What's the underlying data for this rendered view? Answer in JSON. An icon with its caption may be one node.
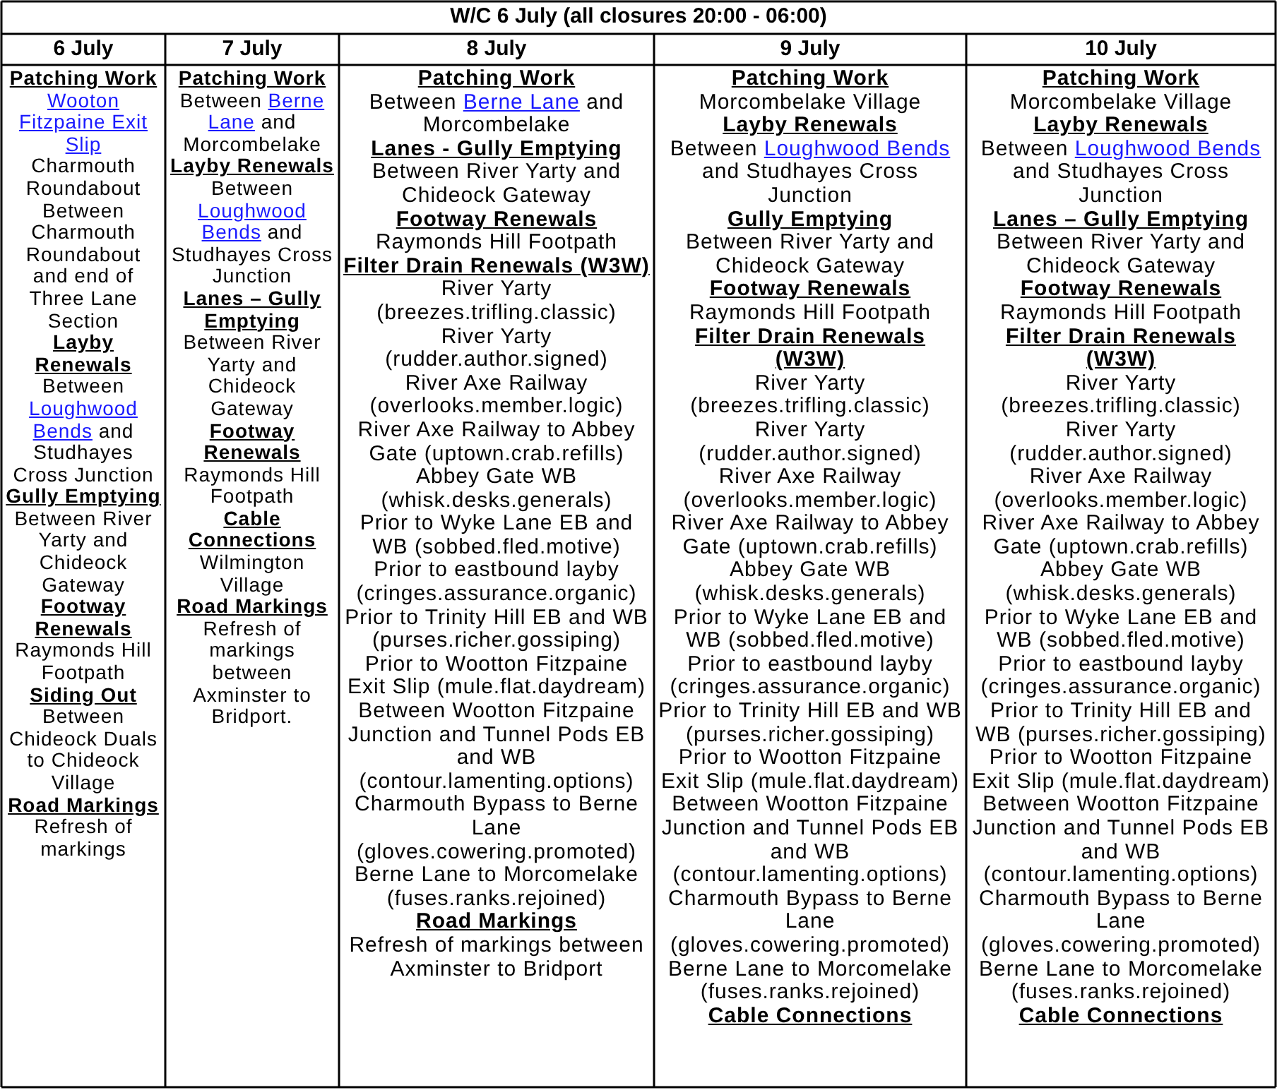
{
  "diagram": {
    "title": "W/C 6 July (all closures 20:00 - 06:00)",
    "nodes": [
      {
        "text": [
          "Patching Work",
          "Wooton Fitzpaine Exit Slip",
          "Charmouth Roundabout",
          "Between Charmouth Roundabout and end of Three Lane Section"
        ]
      },
      {
        "text": [
          "Layby Renewals",
          "Between",
          "Loughwood Bends",
          "and Studhayes Cross Junction"
        ]
      },
      {
        "text": [
          "Gully Emptying",
          "Between River Yarty and Chideock Gateway"
        ]
      },
      {
        "text": [
          "Footway Renewals",
          "Raymonds Hill Footpath"
        ]
      },
      {
        "text": [
          "Siding Out",
          "Between Chideock Duals to Chideock Village"
        ]
      },
      {
        "text": [
          "Road Markings",
          "Refresh of markings"
        ]
      },
      {
        "text": [
          "Patching Work",
          "Between",
          "Berne Lane",
          "and Morcombelake"
        ]
      },
      {
        "text": [
          "Layby Renewals",
          "Between",
          "Loughwood Bends",
          "and Studhayes Cross Junction"
        ]
      },
      {
        "text": [
          "Lanes – Gully Emptying",
          "Between River Yarty and Chideock Gateway"
        ]
      },
      {
        "text": [
          "Footway Renewals",
          "Raymonds Hill Footpath"
        ]
      },
      {
        "text": [
          "Cable Connections",
          "Wilmington Village"
        ]
      },
      {
        "text": [
          "Road Markings",
          "Refresh of markings between Axminster to Bridport."
        ]
      },
      {
        "text": [
          "Patching Work",
          "Between",
          "Berne Lane",
          "and Morcombelake"
        ]
      },
      {
        "text": [
          "Lanes - Gully Emptying",
          "Between River Yarty and Chideock Gateway"
        ]
      },
      {
        "text": [
          "Footway Renewals",
          "Raymonds Hill Footpath"
        ]
      },
      {
        "text": [
          "Filter Drain Renewals (W3W)",
          "River Yarty (breezes.trifling.classic)",
          "River Yarty (rudder.author.signed)",
          "River Axe Railway (overlooks.member.logic)",
          "River Axe Railway to Abbey Gate (uptown.crab.refills)",
          "Abbey Gate WB (whisk.desks.generals)",
          "Prior to Wyke Lane EB and WB (sobbed.fled.motive)",
          "Prior to eastbound layby (cringes.assurance.organic)",
          "Prior to Trinity Hill EB and WB (purses.richer.gossiping)",
          "Prior to Wootton Fitzpaine Exit Slip (mule.flat.daydream)",
          "Between Wootton Fitzpaine Junction and Tunnel Pods EB and WB (contour.lamenting.options)",
          "Charmouth Bypass to Berne Lane (gloves.cowering.promoted)",
          "Berne Lane to Morcomelake (fuses.ranks.rejoined)"
        ]
      },
      {
        "text": [
          "Road Markings",
          "Refresh of markings between Axminster to Bridport"
        ]
      },
      {
        "text": [
          "Patching Work",
          "Morcombelake Village"
        ]
      },
      {
        "text": [
          "Layby Renewals",
          "Between",
          "Loughwood Bends",
          "and Studhayes Cross Junction"
        ]
      },
      {
        "text": [
          "Gully Emptying",
          "Between River Yarty and Chideock Gateway"
        ]
      },
      {
        "text": [
          "Footway Renewals",
          "Raymonds Hill Footpath"
        ]
      },
      {
        "text": [
          "Filter Drain Renewals (W3W)",
          "River Yarty (breezes.trifling.classic)",
          "River Yarty (rudder.author.signed)",
          "River Axe Railway (overlooks.member.logic)",
          "River Axe Railway to Abbey Gate (uptown.crab.refills)",
          "Abbey Gate WB (whisk.desks.generals)",
          "Prior to Wyke Lane EB and WB (sobbed.fled.motive)",
          "Prior to eastbound layby (cringes.assurance.organic)",
          "Prior to Trinity Hill EB and WB (purses.richer.gossiping)",
          "Prior to Wootton Fitzpaine Exit Slip (mule.flat.daydream)",
          "Between Wootton Fitzpaine Junction and Tunnel Pods EB and WB (contour.lamenting.options)",
          "Charmouth Bypass to Berne Lane (gloves.cowering.promoted)",
          "Berne Lane to Morcomelake (fuses.ranks.rejoined)"
        ]
      },
      {
        "text": [
          "Cable Connections"
        ]
      },
      {
        "text": [
          "Patching Work",
          "Morcombelake Village"
        ]
      },
      {
        "text": [
          "Layby Renewals",
          "Between",
          "Loughwood Bends",
          "and Studhayes Cross Junction"
        ]
      },
      {
        "text": [
          "Lanes – Gully Emptying",
          "Between River Yarty and Chideock Gateway"
        ]
      },
      {
        "text": [
          "Footway Renewals",
          "Raymonds Hill Footpath"
        ]
      },
      {
        "text": [
          "Filter Drain Renewals (W3W)",
          "River Yarty (breezes.trifling.classic)",
          "River Yarty (rudder.author.signed)",
          "River Axe Railway (overlooks.member.logic)",
          "River Axe Railway to Abbey Gate (uptown.crab.refills)",
          "Abbey Gate WB (whisk.desks.generals)",
          "Prior to Wyke Lane EB and WB (sobbed.fled.motive)",
          "Prior to eastbound layby (cringes.assurance.organic)",
          "Prior to Trinity Hill EB and WB (purses.richer.gossiping)",
          "Prior to Wootton Fitzpaine Exit Slip (mule.flat.daydream)",
          "Between Wootton Fitzpaine Junction and Tunnel Pods EB and WB (contour.lamenting.options)",
          "Charmouth Bypass to Berne Lane (gloves.cowering.promoted)",
          "Berne Lane to Morcomelake (fuses.ranks.rejoined)"
        ]
      },
      {
        "text": [
          "Cable Connections"
        ]
      }
    ],
    "labels": [
      "6 July",
      "7 July",
      "8 July",
      "9 July",
      "10 July"
    ]
  }
}
